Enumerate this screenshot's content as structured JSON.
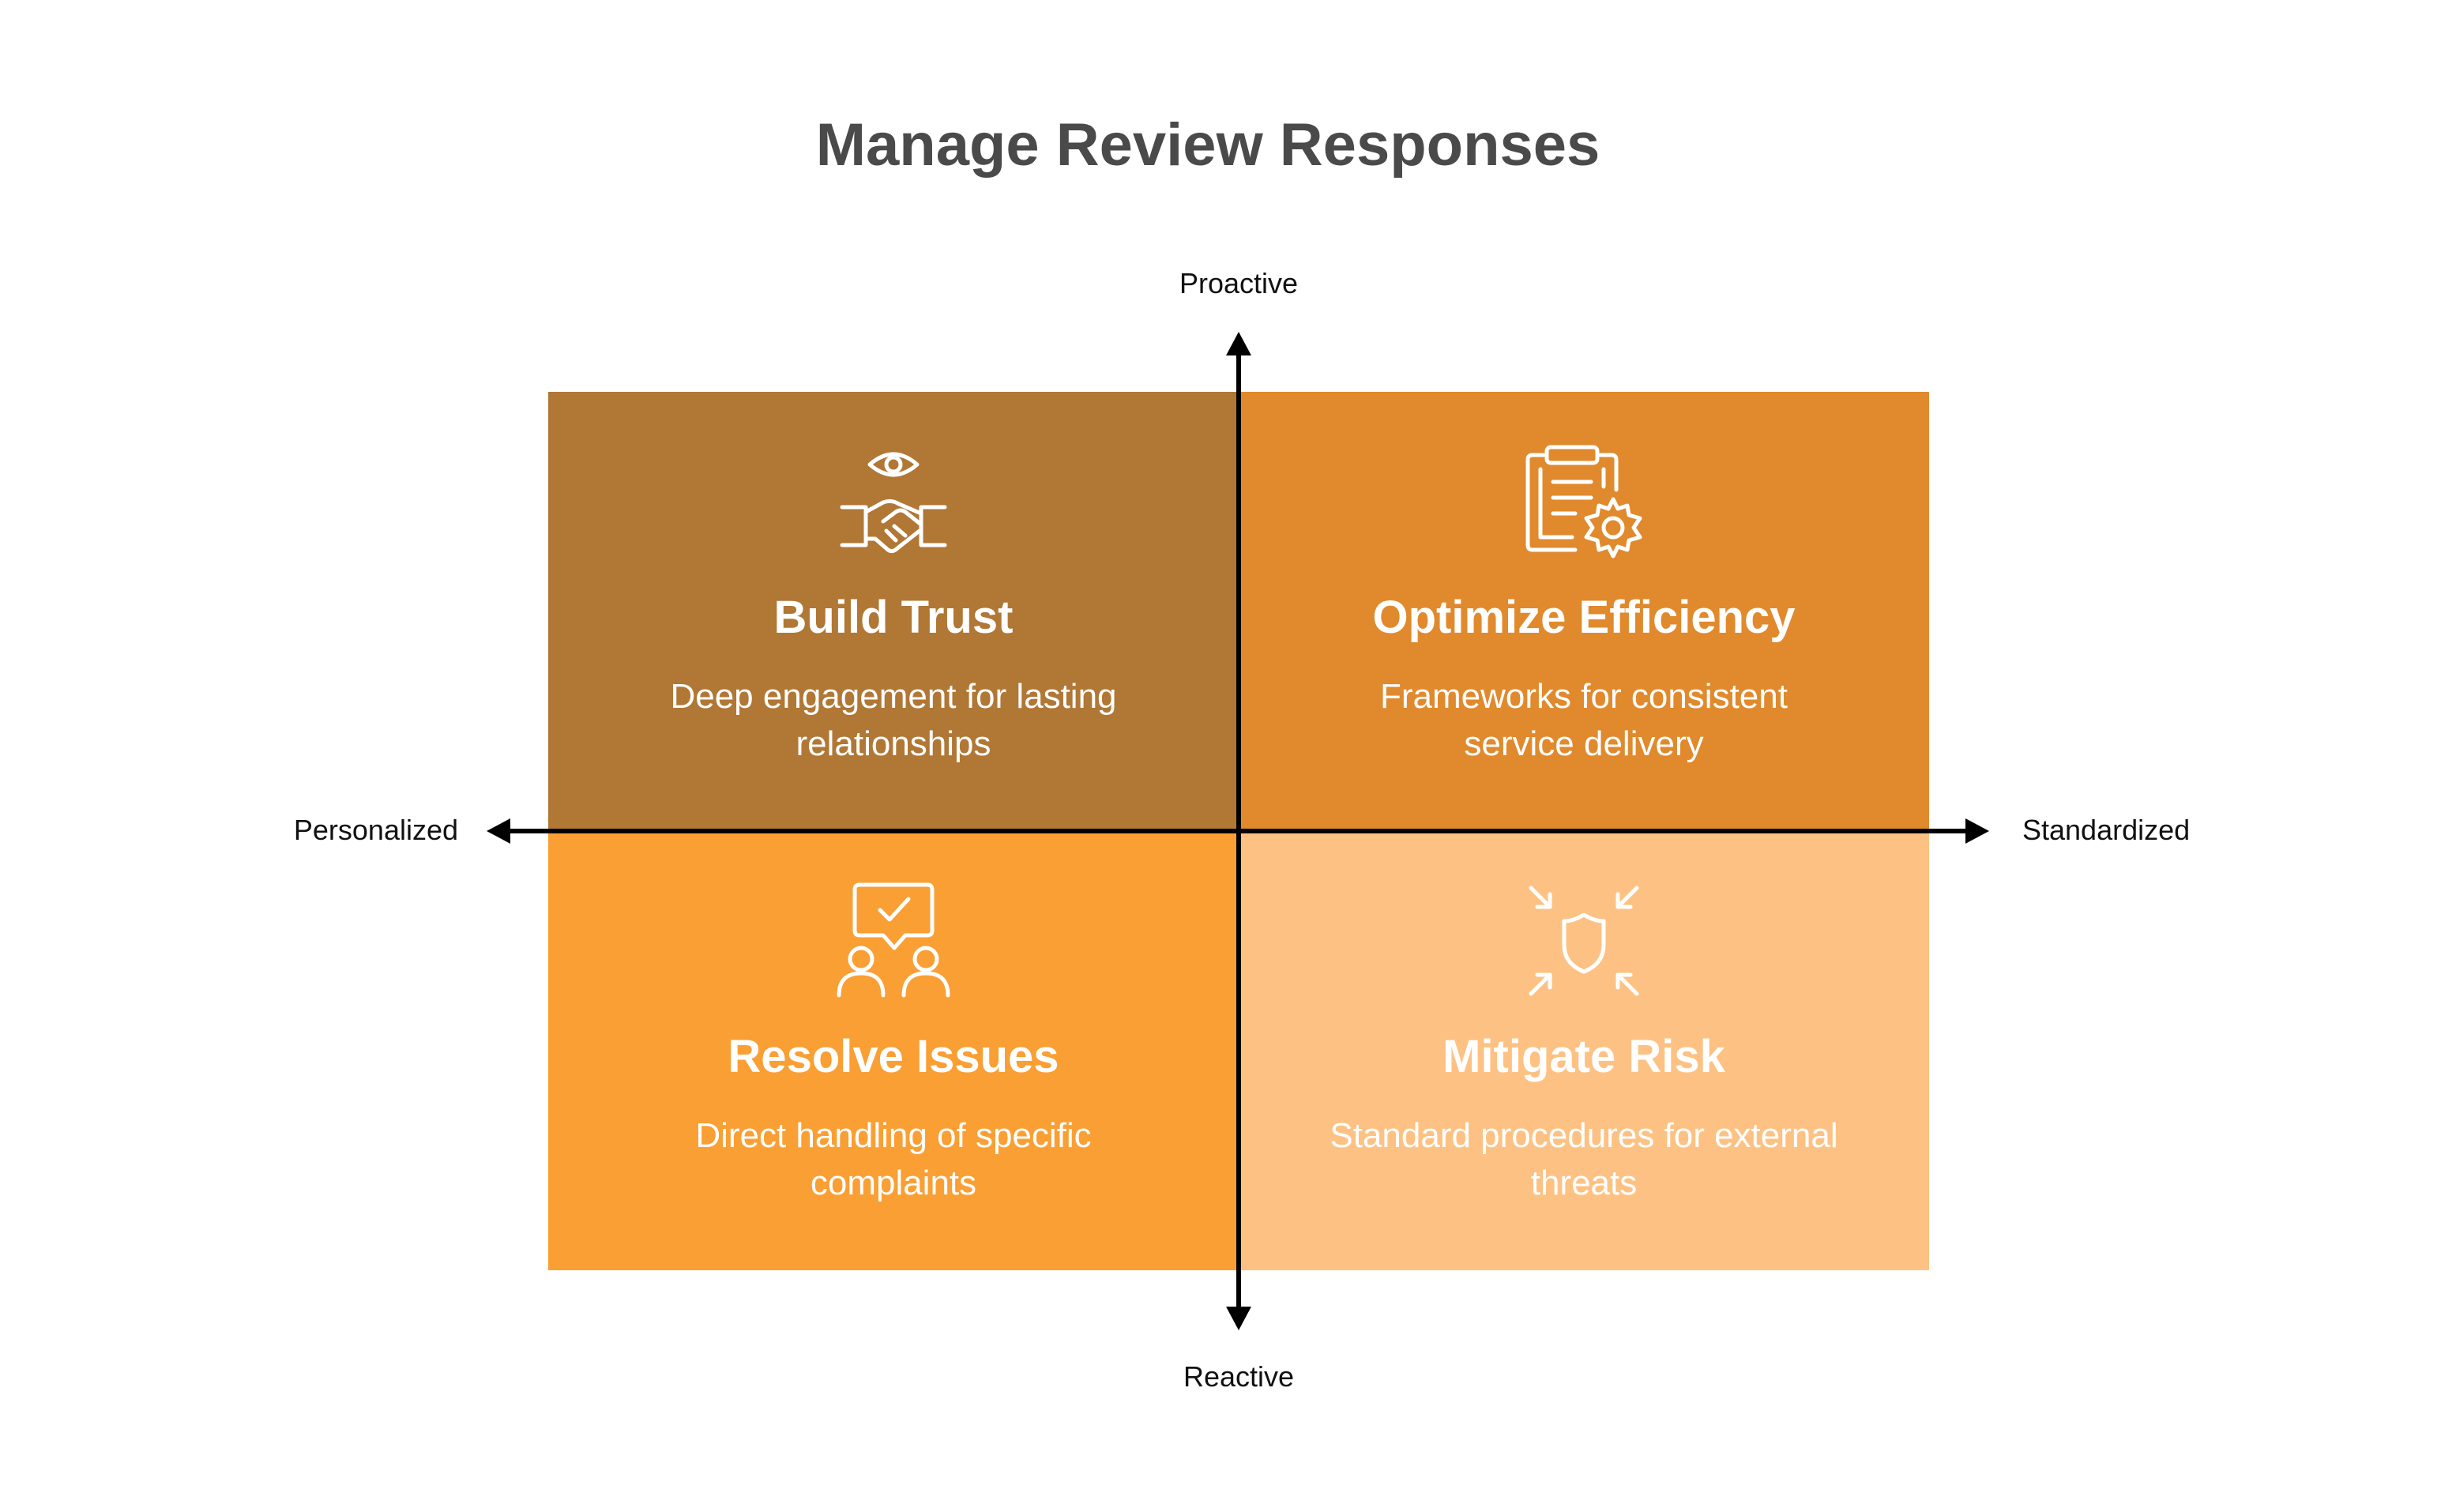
{
  "title": "Manage Review Responses",
  "axes": {
    "top": "Proactive",
    "bottom": "Reactive",
    "left": "Personalized",
    "right": "Standardized"
  },
  "quadrants": [
    {
      "title": "Build Trust",
      "description": "Deep engagement for lasting relationships",
      "icon": "eye-handshake-icon",
      "color": "#b07735"
    },
    {
      "title": "Optimize Efficiency",
      "description": "Frameworks for consistent service delivery",
      "icon": "clipboard-gear-icon",
      "color": "#e08a2d"
    },
    {
      "title": "Resolve Issues",
      "description": "Direct handling of specific complaints",
      "icon": "people-chat-check-icon",
      "color": "#fa9f34"
    },
    {
      "title": "Mitigate Risk",
      "description": "Standard procedures for external threats",
      "icon": "shield-arrows-icon",
      "color": "#fdc283"
    }
  ]
}
